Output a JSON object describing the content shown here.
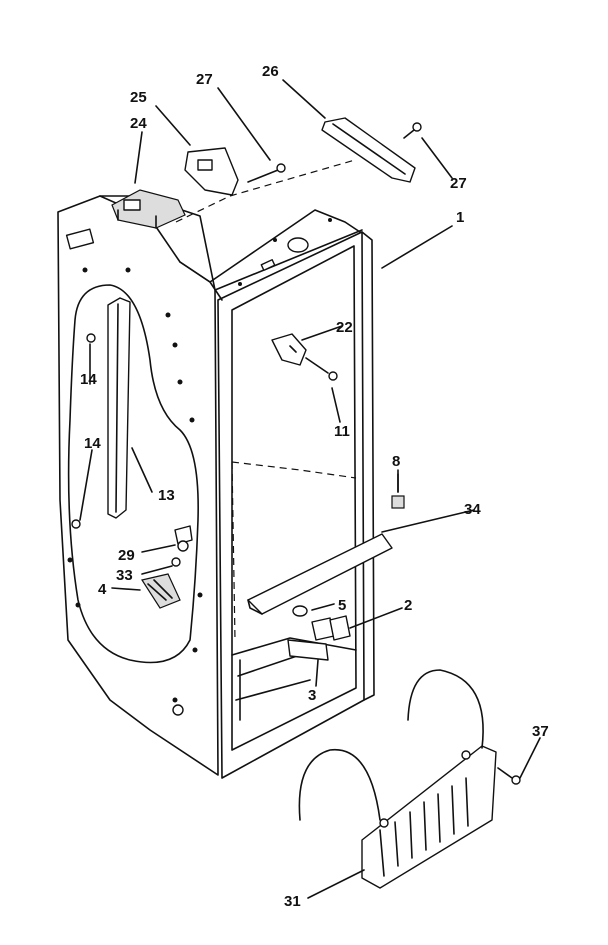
{
  "callouts": {
    "c1": "1",
    "c2": "2",
    "c3": "3",
    "c4": "4",
    "c5": "5",
    "c8": "8",
    "c11": "11",
    "c13": "13",
    "c14a": "14",
    "c14b": "14",
    "c22": "22",
    "c24": "24",
    "c25": "25",
    "c26": "26",
    "c27a": "27",
    "c27b": "27",
    "c29": "29",
    "c31": "31",
    "c33": "33",
    "c34": "34",
    "c37": "37"
  }
}
